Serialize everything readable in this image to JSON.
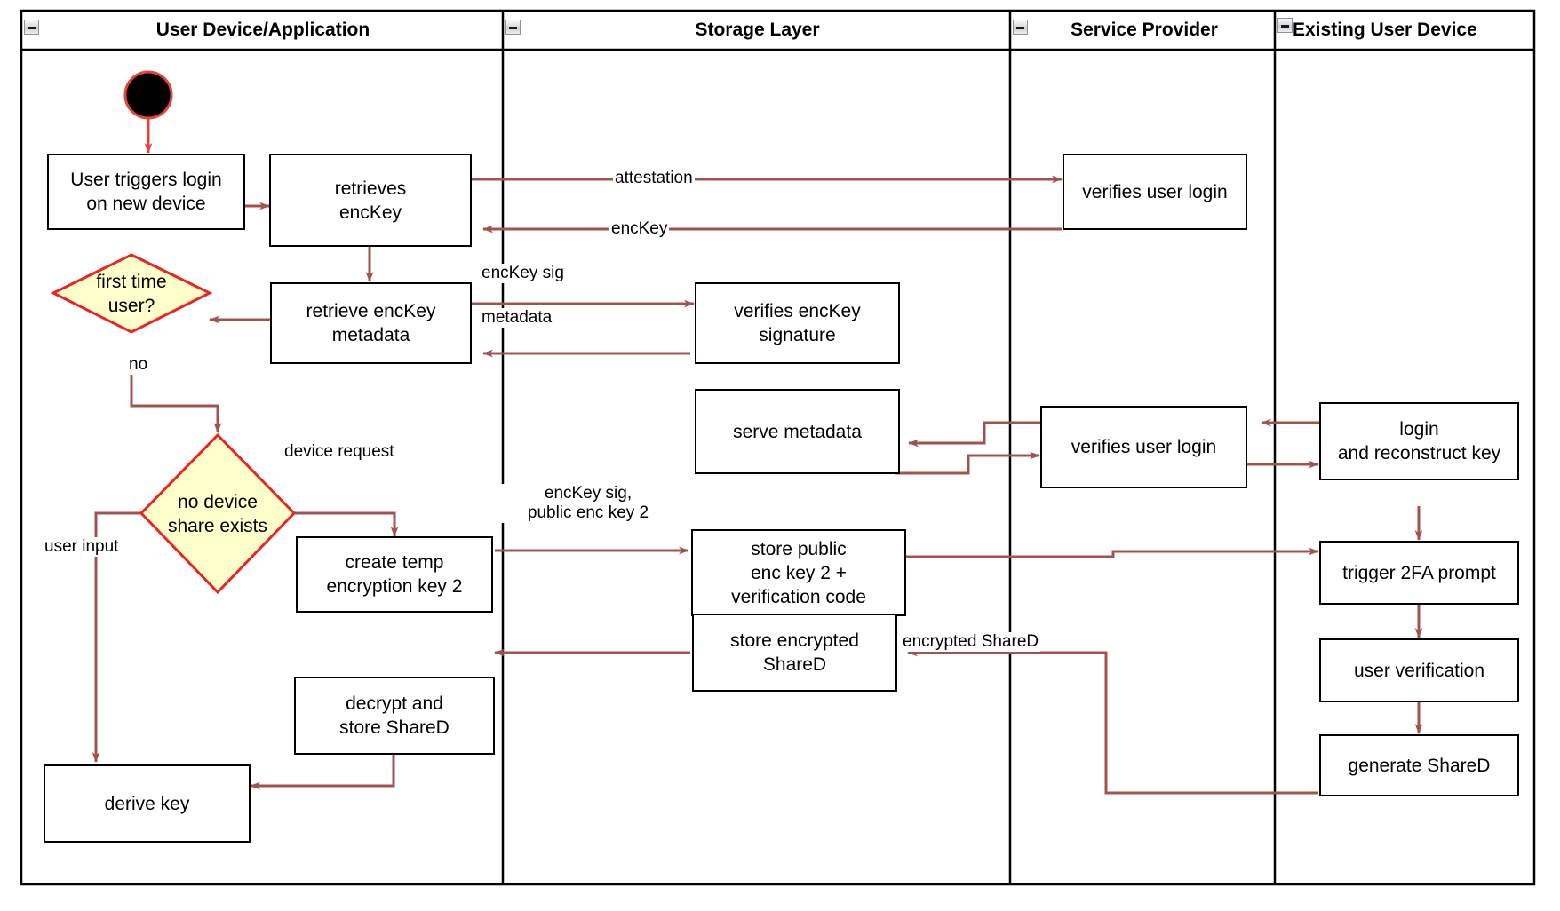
{
  "diagram": {
    "title": "Key recovery / device onboarding activity diagram",
    "type": "uml-activity-swimlane",
    "colors": {
      "edge": "#a0544f",
      "node_border": "#000000",
      "node_fill": "#ffffff",
      "decision_fill": "#ffffcc",
      "decision_border": "#ee2222",
      "start_fill": "#000000",
      "start_border": "#ee3322",
      "lane_border": "#000000",
      "text": "#000000"
    }
  },
  "lanes": [
    {
      "id": "lane-user-device",
      "label": "User Device/Application",
      "collapse_icon": "collapse-minus-icon"
    },
    {
      "id": "lane-storage",
      "label": "Storage Layer",
      "collapse_icon": "collapse-minus-icon"
    },
    {
      "id": "lane-service-provider",
      "label": "Service Provider",
      "collapse_icon": "collapse-minus-icon"
    },
    {
      "id": "lane-existing-device",
      "label": "Existing User Device",
      "collapse_icon": "collapse-minus-icon"
    }
  ],
  "nodes": [
    {
      "id": "start",
      "lane": "lane-user-device",
      "shape": "initial-node",
      "label": ""
    },
    {
      "id": "user-triggers-login",
      "lane": "lane-user-device",
      "shape": "action",
      "label": "User triggers login\non new device"
    },
    {
      "id": "retrieves-enckey",
      "lane": "lane-user-device",
      "shape": "action",
      "label": "retrieves\nencKey"
    },
    {
      "id": "retrieve-enckey-metadata",
      "lane": "lane-user-device",
      "shape": "action",
      "label": "retrieve encKey\nmetadata"
    },
    {
      "id": "first-time-user",
      "lane": "lane-user-device",
      "shape": "decision",
      "label": "first time\nuser?"
    },
    {
      "id": "no-device-share-exists",
      "lane": "lane-user-device",
      "shape": "decision",
      "label": "no device\nshare exists"
    },
    {
      "id": "create-temp-encryption-key-2",
      "lane": "lane-user-device",
      "shape": "action",
      "label": "create temp\nencryption key 2"
    },
    {
      "id": "decrypt-and-store-shared",
      "lane": "lane-user-device",
      "shape": "action",
      "label": "decrypt and\nstore ShareD"
    },
    {
      "id": "derive-key",
      "lane": "lane-user-device",
      "shape": "action",
      "label": "derive key"
    },
    {
      "id": "verifies-enckey-signature",
      "lane": "lane-storage",
      "shape": "action",
      "label": "verifies encKey\nsignature"
    },
    {
      "id": "serve-metadata",
      "lane": "lane-storage",
      "shape": "action",
      "label": "serve metadata"
    },
    {
      "id": "store-public-enc-key-2",
      "lane": "lane-storage",
      "shape": "action",
      "label": "store public\nenc key 2 +\nverification code"
    },
    {
      "id": "store-encrypted-shared",
      "lane": "lane-storage",
      "shape": "action",
      "label": "store encrypted\nShareD"
    },
    {
      "id": "verifies-user-login-top",
      "lane": "lane-service-provider",
      "shape": "action",
      "label": "verifies user login"
    },
    {
      "id": "verifies-user-login-mid",
      "lane": "lane-service-provider",
      "shape": "action",
      "label": "verifies user login"
    },
    {
      "id": "login-and-reconstruct-key",
      "lane": "lane-existing-device",
      "shape": "action",
      "label": "login\nand reconstruct key"
    },
    {
      "id": "trigger-2fa-prompt",
      "lane": "lane-existing-device",
      "shape": "action",
      "label": "trigger 2FA prompt"
    },
    {
      "id": "user-verification",
      "lane": "lane-existing-device",
      "shape": "action",
      "label": "user verification"
    },
    {
      "id": "generate-shared",
      "lane": "lane-existing-device",
      "shape": "action",
      "label": "generate ShareD"
    }
  ],
  "edge_labels": [
    {
      "id": "attestation",
      "text": "attestation"
    },
    {
      "id": "enckey-return",
      "text": "encKey"
    },
    {
      "id": "enckey-sig",
      "text": "encKey sig"
    },
    {
      "id": "metadata",
      "text": "metadata"
    },
    {
      "id": "no-branch",
      "text": "no"
    },
    {
      "id": "device-request",
      "text": "device request"
    },
    {
      "id": "enckey-sig-public-enc-key-2",
      "text": "encKey sig,\npublic enc key 2"
    },
    {
      "id": "user-input",
      "text": "user input"
    },
    {
      "id": "encrypted-shared",
      "text": "encrypted ShareD"
    }
  ],
  "edges": [
    {
      "from": "start",
      "to": "user-triggers-login",
      "label": ""
    },
    {
      "from": "user-triggers-login",
      "to": "retrieves-enckey",
      "label": ""
    },
    {
      "from": "retrieves-enckey",
      "to": "verifies-user-login-top",
      "label": "attestation"
    },
    {
      "from": "verifies-user-login-top",
      "to": "retrieves-enckey",
      "label": "encKey"
    },
    {
      "from": "retrieves-enckey",
      "to": "retrieve-enckey-metadata",
      "label": ""
    },
    {
      "from": "retrieve-enckey-metadata",
      "to": "verifies-enckey-signature",
      "label": "encKey sig"
    },
    {
      "from": "verifies-enckey-signature",
      "to": "retrieve-enckey-metadata",
      "label": "metadata"
    },
    {
      "from": "retrieve-enckey-metadata",
      "to": "first-time-user",
      "label": ""
    },
    {
      "from": "first-time-user",
      "to": "no-device-share-exists",
      "label": "no"
    },
    {
      "from": "no-device-share-exists",
      "to": "create-temp-encryption-key-2",
      "label": "device request"
    },
    {
      "from": "no-device-share-exists",
      "to": "derive-key",
      "label": "user input"
    },
    {
      "from": "create-temp-encryption-key-2",
      "to": "store-public-enc-key-2",
      "label": "encKey sig,\npublic enc key 2"
    },
    {
      "from": "login-and-reconstruct-key",
      "to": "verifies-user-login-mid",
      "label": ""
    },
    {
      "from": "verifies-user-login-mid",
      "to": "serve-metadata",
      "label": ""
    },
    {
      "from": "serve-metadata",
      "to": "verifies-user-login-mid",
      "label": ""
    },
    {
      "from": "verifies-user-login-mid",
      "to": "login-and-reconstruct-key",
      "label": ""
    },
    {
      "from": "store-public-enc-key-2",
      "to": "trigger-2fa-prompt",
      "label": ""
    },
    {
      "from": "login-and-reconstruct-key",
      "to": "trigger-2fa-prompt",
      "label": ""
    },
    {
      "from": "trigger-2fa-prompt",
      "to": "user-verification",
      "label": ""
    },
    {
      "from": "user-verification",
      "to": "generate-shared",
      "label": ""
    },
    {
      "from": "generate-shared",
      "to": "store-encrypted-shared",
      "label": "encrypted ShareD"
    },
    {
      "from": "store-encrypted-shared",
      "to": "decrypt-and-store-shared",
      "label": ""
    },
    {
      "from": "decrypt-and-store-shared",
      "to": "derive-key",
      "label": ""
    }
  ]
}
